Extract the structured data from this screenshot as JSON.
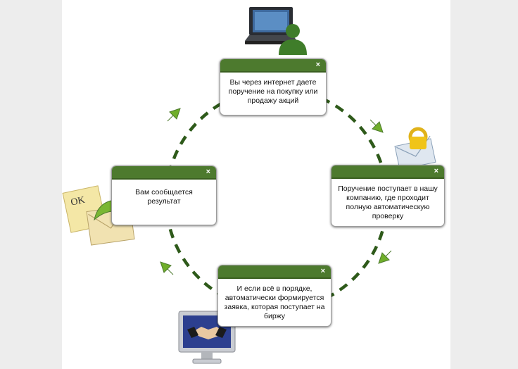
{
  "steps": [
    {
      "text": "Вы через интернет даете поручение на покупку или продажу акций",
      "close": "×"
    },
    {
      "text": "Поручение поступает в нашу компанию, где проходит полную автоматическую проверку",
      "close": "×"
    },
    {
      "text": "И если всё в порядке, автоматически формируется заявка, которая поступает на биржу",
      "close": "×"
    },
    {
      "text": "Вам сообщается результат",
      "close": "×"
    }
  ],
  "icons": {
    "top": "laptop-user-icon",
    "right": "envelope-lock-icon",
    "bottom": "monitor-handshake-icon",
    "left": "ok-note-envelope-icon"
  },
  "ok_note": "OK",
  "colors": {
    "header_green": "#4d7a2e",
    "arrow_green": "#6fae2a",
    "dash_green": "#2e5a1a"
  }
}
